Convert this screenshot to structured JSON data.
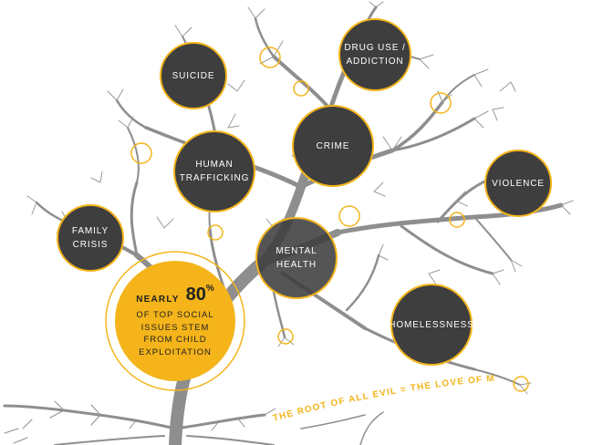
{
  "colors": {
    "accent": "#f4b41a",
    "node_fill": "#3e3e3e",
    "tree": "#8e8e8e"
  },
  "nodes": {
    "suicide": "SUICIDE",
    "drug_use": "DRUG USE /\nADDICTION",
    "crime": "CRIME",
    "human_trafficking": "HUMAN\nTRAFFICKING",
    "violence": "VIOLENCE",
    "family_crisis": "FAMILY\nCRISIS",
    "mental_health": "MENTAL\nHEALTH",
    "homelessness": "HOMELESSNESS"
  },
  "callout": {
    "prefix": "NEARLY",
    "value": "80",
    "unit": "%",
    "text": "OF TOP SOCIAL\nISSUES STEM\nFROM CHILD\nEXPLOITATION"
  },
  "root_caption": "THE ROOT OF ALL EVIL = THE LOVE OF MONEY"
}
